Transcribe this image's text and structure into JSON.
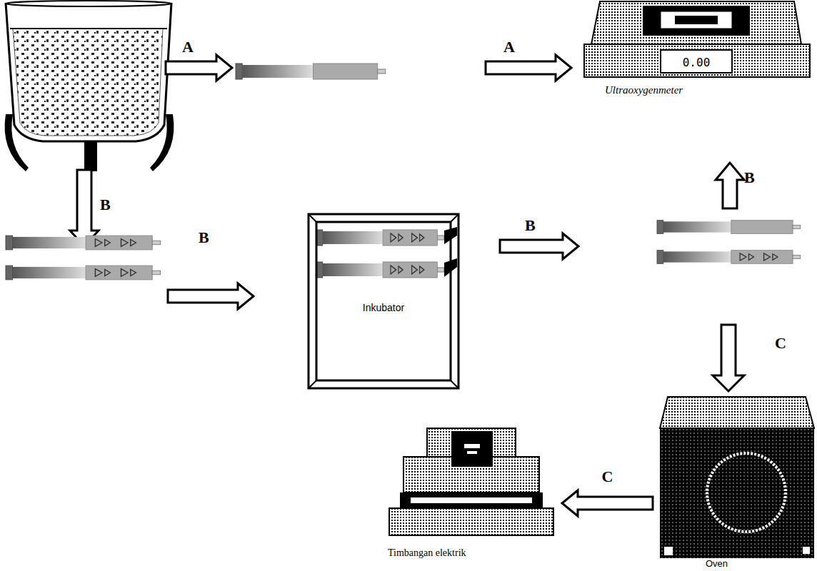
{
  "diagram": {
    "nodes": [
      {
        "text": [
          "Ultraoxygenmeter"
        ]
      },
      {
        "text": [
          "Inkubator"
        ]
      },
      {
        "text": [
          "Timbangan elektrik"
        ]
      },
      {
        "text": [
          "Oven"
        ]
      }
    ],
    "edges": [
      {
        "from": 3,
        "to": 2,
        "arrow": "to",
        "label": "C"
      }
    ],
    "labels": [
      "A",
      "A",
      "0.00",
      "B",
      "B",
      "B",
      "B",
      "C"
    ]
  }
}
